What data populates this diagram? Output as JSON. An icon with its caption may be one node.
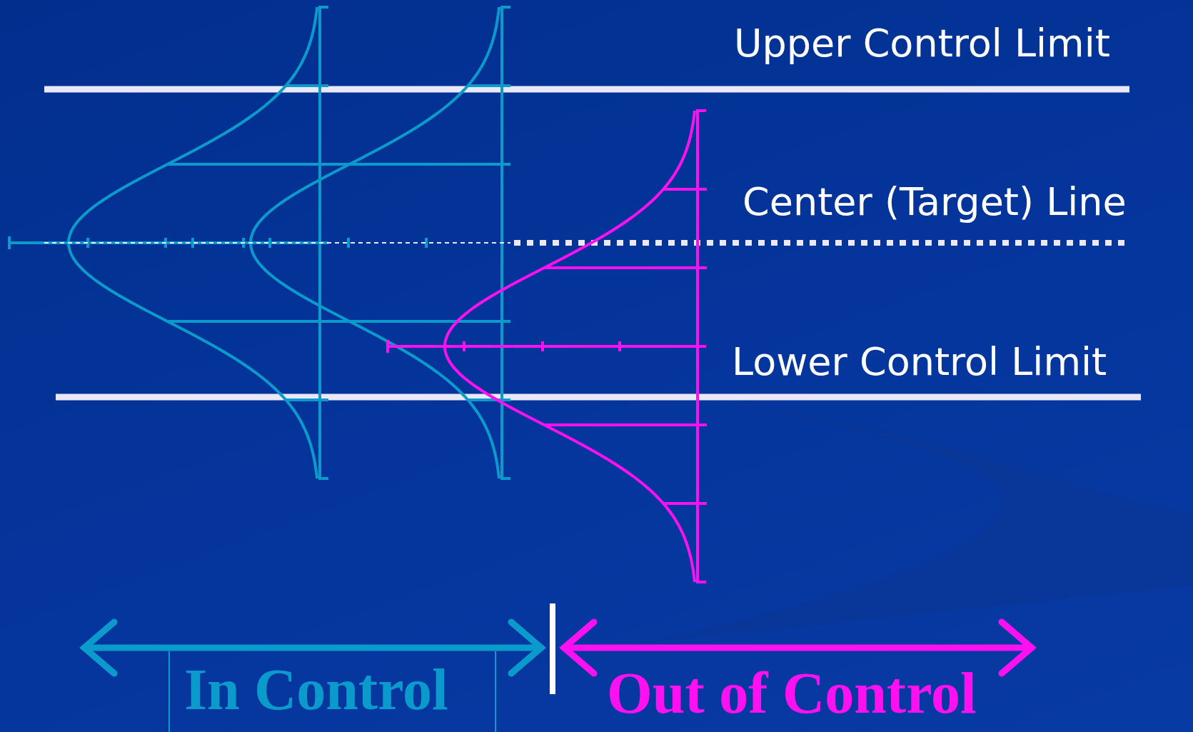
{
  "diagram": {
    "labels": [
      "Upper Control Limit",
      "Center (Target) Line",
      "Lower Control Limit",
      "In Control",
      "Out of Control"
    ]
  }
}
